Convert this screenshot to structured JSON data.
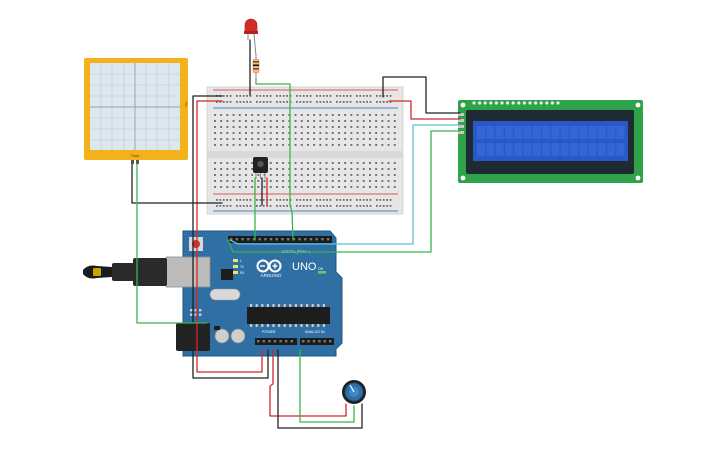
{
  "pcb_colors": {
    "arduino": "#2f6fa3",
    "arduino_dark": "#1f5585",
    "breadboard": "#e9e9e9",
    "lcd_pcb": "#2ea34a",
    "lcd_screen": "#2b58c9",
    "oscilloscope_frame": "#f3b21c",
    "oscilloscope_screen": "#dde8ee"
  },
  "wire_colors": {
    "black": "#222222",
    "red": "#d4262a",
    "green": "#3bb54a",
    "cyan": "#5cc2d6"
  },
  "arduino": {
    "brand": "ARDUINO",
    "model": "UNO",
    "digital_label": "DIGITAL (PWM~)",
    "power_label": "POWER",
    "analog_label": "ANALOG IN",
    "on_label": "ON",
    "tx_label": "TX",
    "rx_label": "RX",
    "l_label": "L"
  },
  "oscilloscope": {
    "time_label": "Time",
    "side_label": "Vo"
  },
  "icons": {
    "led": "red-led-icon",
    "resistor": "resistor-icon",
    "sensor": "temperature-sensor-icon",
    "potentiometer": "potentiometer-icon",
    "usb": "usb-plug-icon"
  }
}
